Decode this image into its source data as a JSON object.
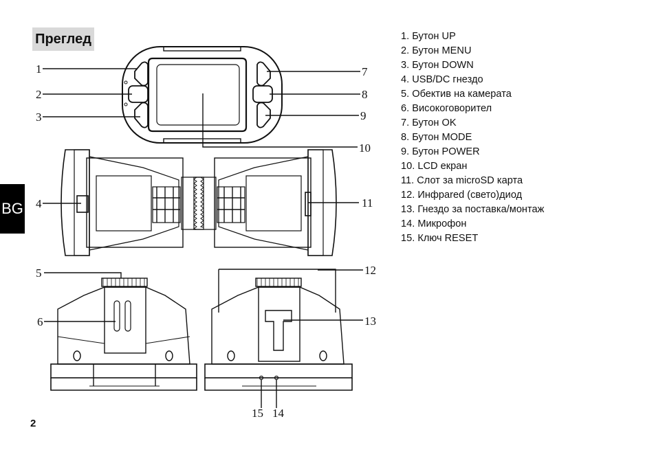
{
  "section_title": "Преглед",
  "language_tab": "BG",
  "page_number": "2",
  "parts": [
    "1. Бутон UP",
    "2. Бутон MENU",
    "3. Бутон DOWN",
    "4. USB/DC гнездо",
    "5. Обектив на камерата",
    "6. Високоговорител",
    "7. Бутон OK",
    "8. Бутон MODE",
    "9. Бутон POWER",
    "10. LCD екран",
    "11. Слот за microSD карта",
    "12. Инфрared (свето)диод",
    "13. Гнездо за поставка/монтаж",
    "14. Микрофон",
    "15. Ключ RESET"
  ],
  "callouts": {
    "c1": "1",
    "c2": "2",
    "c3": "3",
    "c4": "4",
    "c5": "5",
    "c6": "6",
    "c7": "7",
    "c8": "8",
    "c9": "9",
    "c10": "10",
    "c11": "11",
    "c12": "12",
    "c13": "13",
    "c14": "14",
    "c15": "15"
  }
}
